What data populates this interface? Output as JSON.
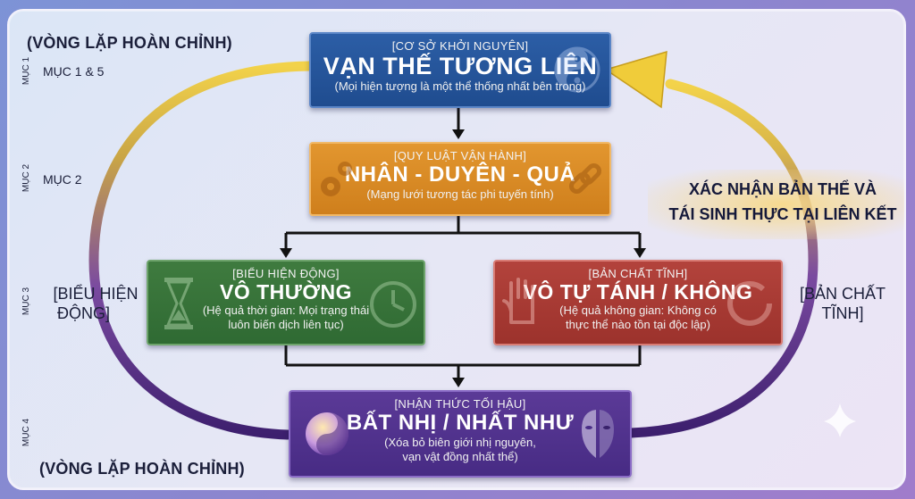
{
  "loop_label_top": "(VÒNG LẶP HOÀN CHỈNH)",
  "loop_label_bottom": "(VÒNG LẶP HOÀN CHỈNH)",
  "sections": {
    "muc1_vertical": "MỤC 1",
    "muc1_label": "MỤC 1 & 5",
    "muc2_vertical": "MỤC 2",
    "muc2_label": "MỤC 2",
    "muc3_vertical": "MỤC 3",
    "muc4_vertical": "MỤC 4"
  },
  "left_side": {
    "line1": "[BIỂU HIỆN",
    "line2": "ĐỘNG]"
  },
  "right_side": {
    "line1": "[BẢN CHẤT",
    "line2": "TĨNH]"
  },
  "banner": {
    "line1": "XÁC NHẬN BẢN THỂ VÀ",
    "line2": "TÁI SINH THỰC TẠI LIÊN KẾT"
  },
  "boxes": {
    "top": {
      "tag": "[CƠ SỞ KHỞI NGUYÊN]",
      "title": "VẠN THẾ TƯƠNG LIÊN",
      "sub": "(Mọi hiện tượng là một thể thống nhất bên trong)"
    },
    "mid": {
      "tag": "[QUY LUẬT VẬN HÀNH]",
      "title": "NHÂN - DUYÊN - QUẢ",
      "sub": "(Mạng lưới tương tác phi tuyến tính)"
    },
    "left": {
      "tag": "[BIỂU HIỆN ĐỘNG]",
      "title": "VÔ THƯỜNG",
      "sub1": "(Hệ quả thời gian: Mọi trạng thái",
      "sub2": "luôn biến dịch liên tục)"
    },
    "right": {
      "tag": "[BẢN CHẤT TĨNH]",
      "title": "VÔ TỰ TÁNH / KHÔNG",
      "sub1": "(Hệ quả không gian: Không có",
      "sub2": "thực thể nào tồn tại độc lập)"
    },
    "bottom": {
      "tag": "[NHẬN THỨC TỐI HẬU]",
      "title": "BẤT NHỊ / NHẤT NHƯ",
      "sub1": "(Xóa bỏ biên giới nhị nguyên,",
      "sub2": "vạn vật đồng nhất thể)"
    }
  },
  "colors": {
    "blue": "#2c5ea6",
    "orange": "#e2962f",
    "green": "#3f7b3f",
    "red": "#b3433c",
    "purple": "#5b3a97",
    "ring_gold": "#e8c13a",
    "ring_purple": "#5a2f8f",
    "arrow": "#111111"
  },
  "icons": [
    "yin-yang-icon",
    "gears-icon",
    "chain-link-icon",
    "hourglass-icon",
    "clock-icon",
    "hand-icon",
    "enso-circle-icon",
    "two-faces-icon",
    "sparkle-icon"
  ]
}
